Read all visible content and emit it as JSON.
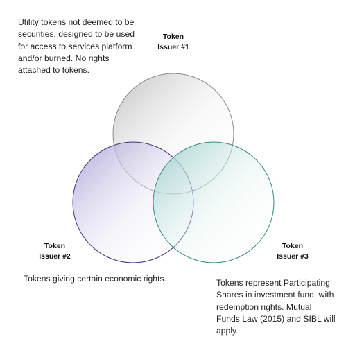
{
  "issuers": [
    {
      "id": "1",
      "label_line1": "Token",
      "label_line2": "Issuer #1",
      "description": "Utility tokens not deemed to be\nsecurities, designed to be used\nfor access to services platform\nand/or burned. No rights\nattached to tokens.",
      "stroke_color": "#8a8a8a",
      "tint_color": "#bcbcbc"
    },
    {
      "id": "2",
      "label_line1": "Token",
      "label_line2": "Issuer #2",
      "description": "Tokens giving certain economic rights.",
      "stroke_color": "#3a2f86",
      "tint_color": "#a99fd6"
    },
    {
      "id": "3",
      "label_line1": "Token",
      "label_line2": "Issuer #3",
      "description": "Tokens represent Participating\nShares in investment fund, with\nredemption rights. Mutual\nFunds Law (2015) and SIBL will\napply.",
      "stroke_color": "#2e8a86",
      "tint_color": "#9ccfcb"
    }
  ]
}
